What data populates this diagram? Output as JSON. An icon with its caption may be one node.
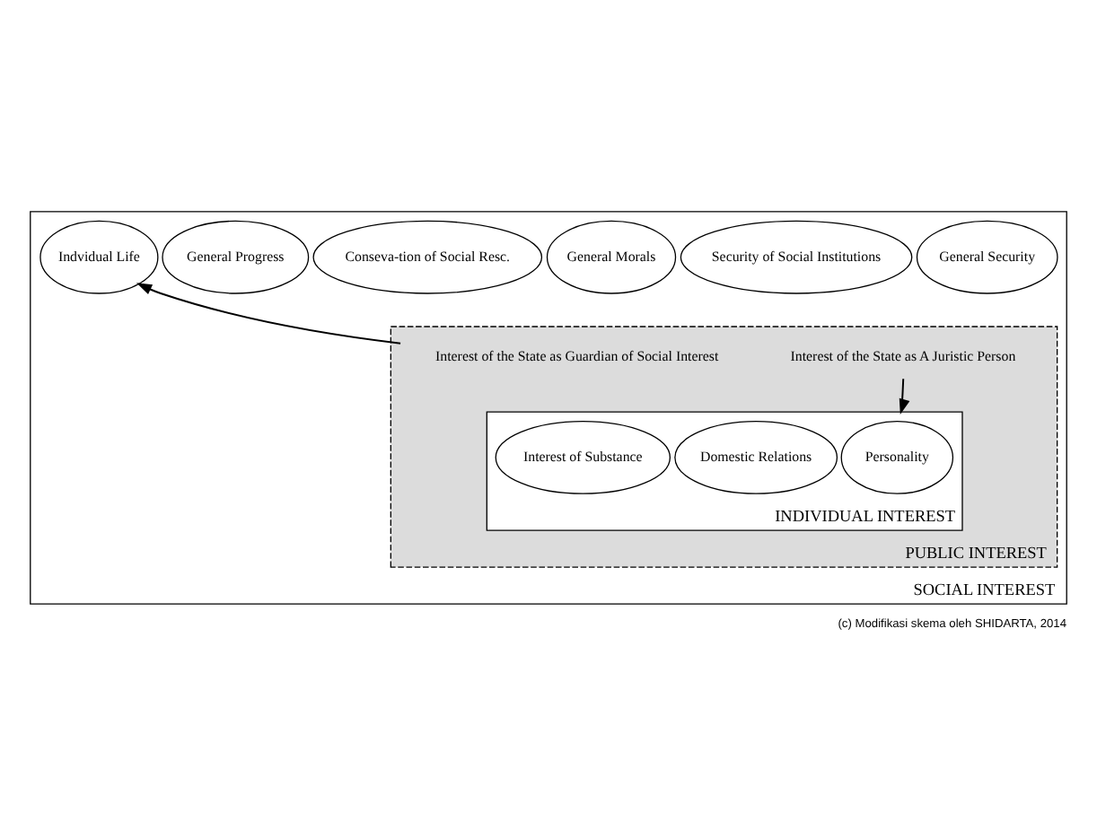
{
  "diagram": {
    "caption": "(c) Modifikasi skema oleh SHIDARTA, 2014",
    "nodes": [
      {
        "text": [
          "SOCIAL INTEREST"
        ]
      },
      {
        "text": [
          "General Security"
        ],
        "in": 0
      },
      {
        "text": [
          "Security of Social Institutions"
        ],
        "in": 0
      },
      {
        "text": [
          "General Morals"
        ],
        "in": 0
      },
      {
        "text": [
          "Conseva-tion of Social Resc."
        ],
        "in": 0
      },
      {
        "text": [
          "General Progress"
        ],
        "in": 0
      },
      {
        "text": [
          "Indvidual Life"
        ],
        "in": 0
      },
      {
        "text": [
          "PUBLIC INTEREST"
        ],
        "in": 0
      },
      {
        "text": [
          "Interest of the State as A Juristic Person"
        ],
        "in": 7
      },
      {
        "text": [
          "Interest of the State as Guardian of Social Interest"
        ],
        "in": 7
      },
      {
        "text": [
          "INDIVIDUAL INTEREST"
        ],
        "in": 7
      },
      {
        "text": [
          "Personality"
        ],
        "in": 10
      },
      {
        "text": [
          "Domestic Relations"
        ],
        "in": 10
      },
      {
        "text": [
          "Interest of Substance"
        ],
        "in": 10
      }
    ],
    "edges": [
      {
        "from": 9,
        "to": 6,
        "arrow": "to"
      },
      {
        "from": 8,
        "to": 10,
        "arrow": "to"
      }
    ]
  }
}
